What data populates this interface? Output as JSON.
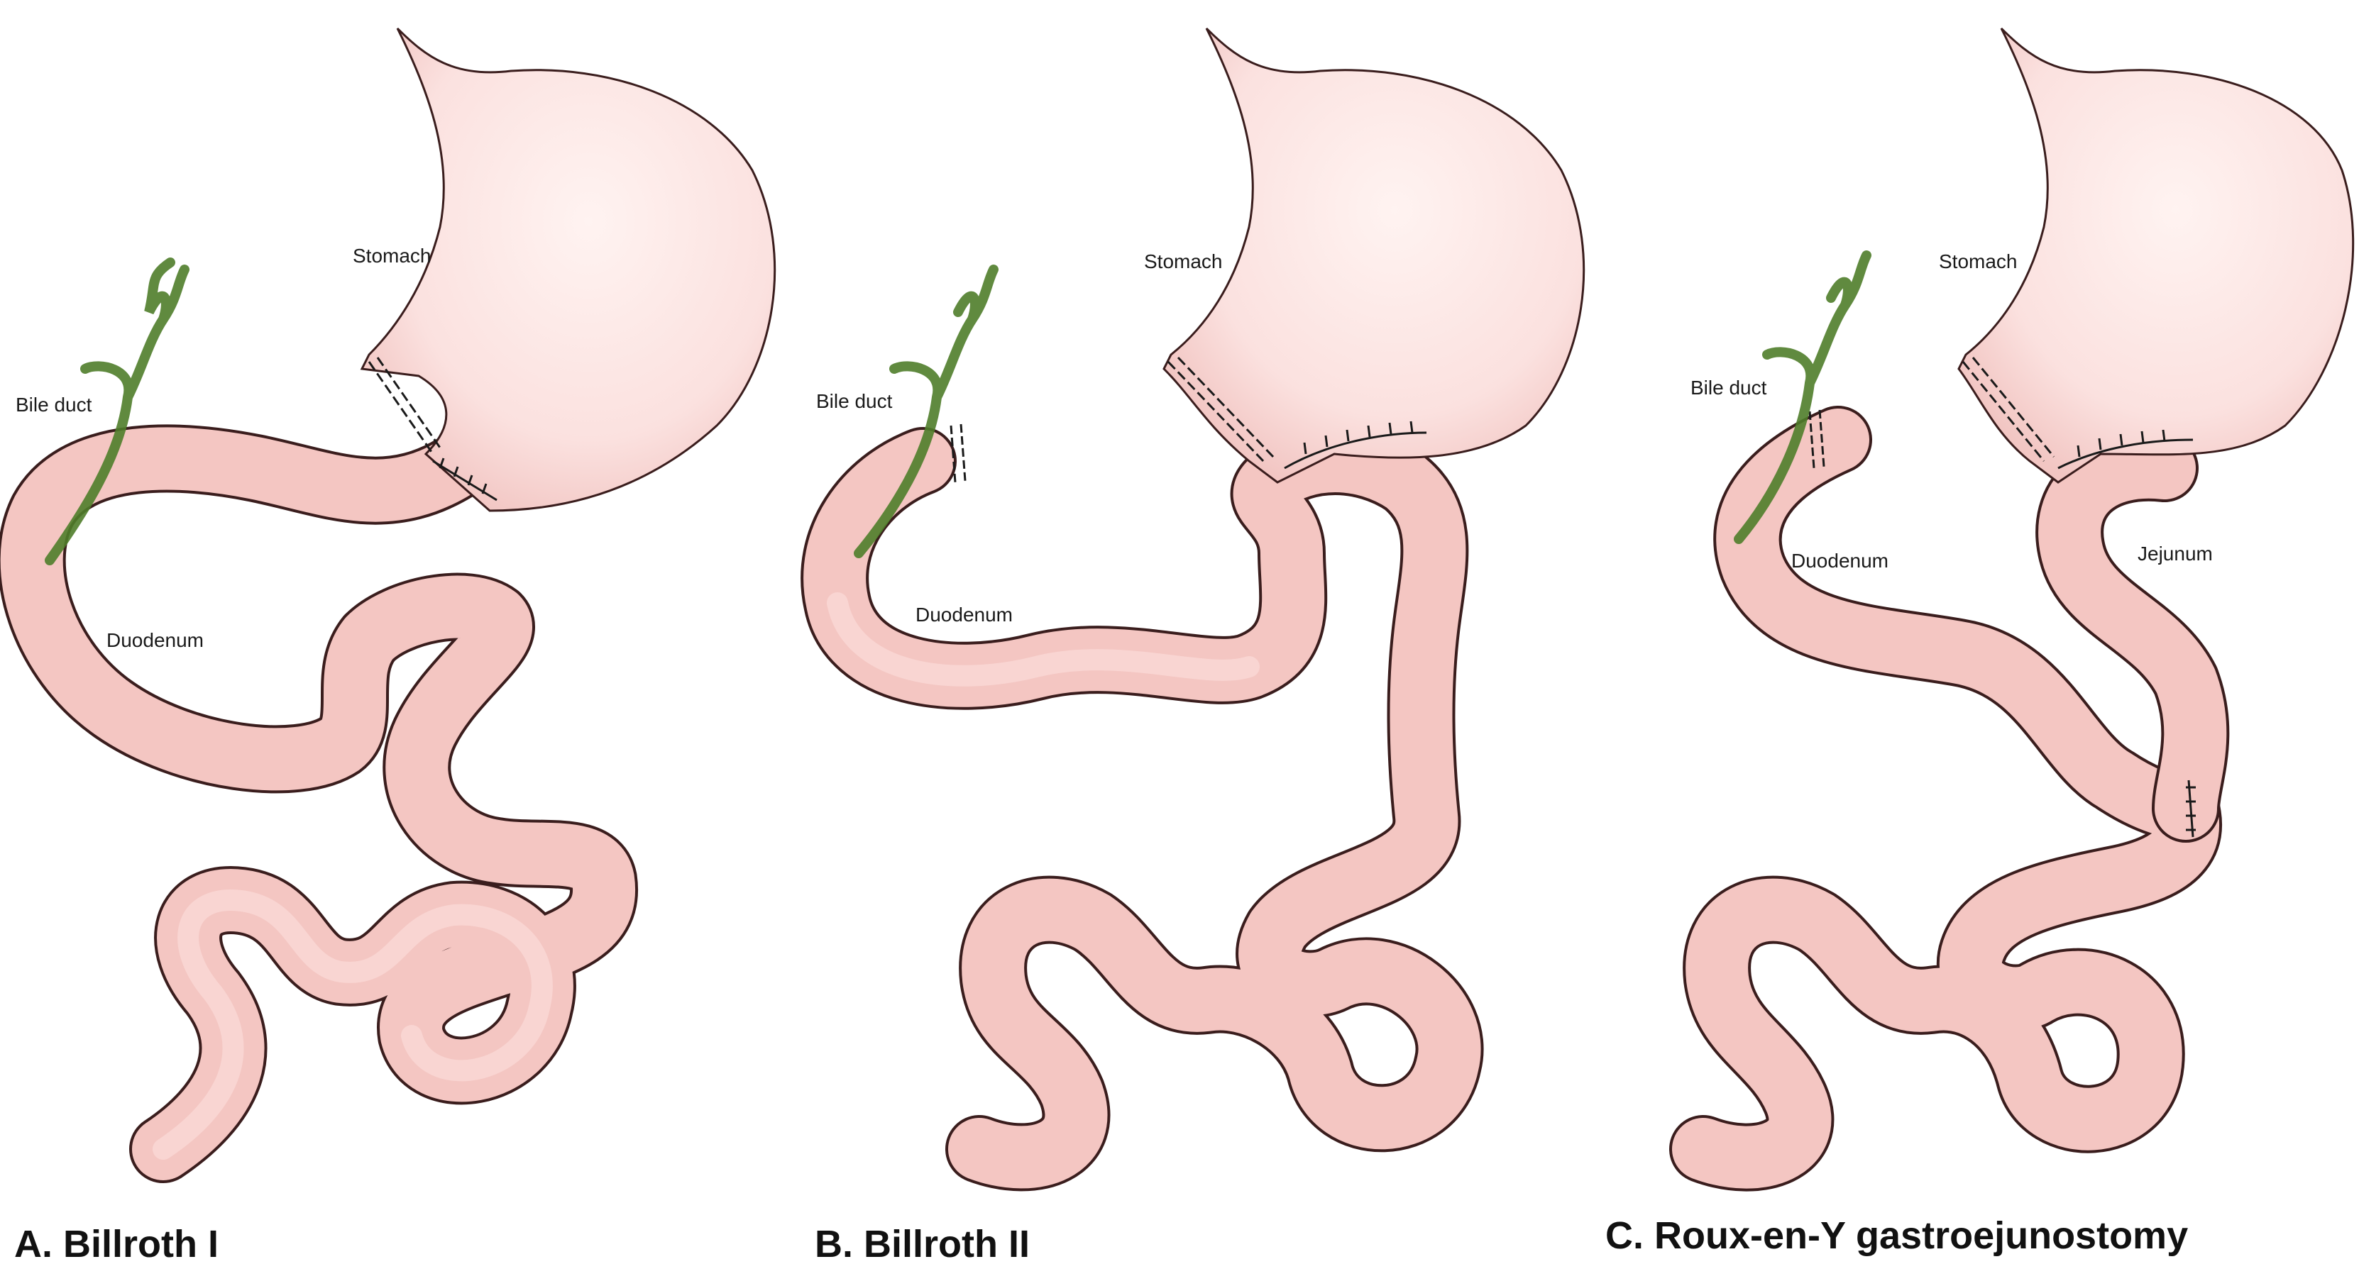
{
  "colors": {
    "tissue_fill": "#f4c6c2",
    "tissue_shade": "#e9a7a8",
    "stomach_fill": "#fbe1df",
    "outline": "#3a1d1d",
    "bile_duct": "#4f7d2a",
    "staple": "#1a1a1a"
  },
  "panels": [
    {
      "caption": "A. Billroth I",
      "labels": {
        "stomach": "Stomach",
        "bile_duct": "Bile duct",
        "duodenum": "Duodenum"
      }
    },
    {
      "caption": "B. Billroth II",
      "labels": {
        "stomach": "Stomach",
        "bile_duct": "Bile duct",
        "duodenum": "Duodenum"
      }
    },
    {
      "caption": "C. Roux-en-Y gastroejunostomy",
      "labels": {
        "stomach": "Stomach",
        "bile_duct": "Bile duct",
        "duodenum": "Duodenum",
        "jejunum": "Jejunum"
      }
    }
  ]
}
